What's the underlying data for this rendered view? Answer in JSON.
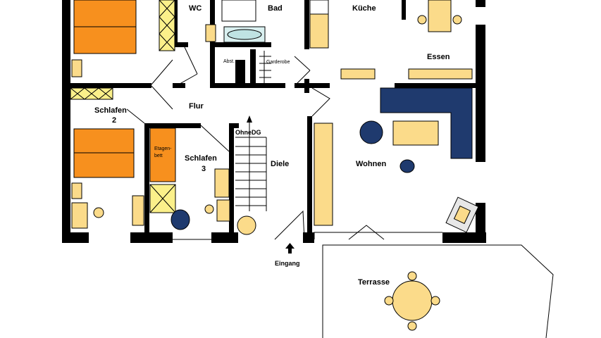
{
  "plan": {
    "rooms": {
      "wc": "WC",
      "bad": "Bad",
      "kueche": "Küche",
      "essen": "Essen",
      "abst": "Abst.",
      "garderobe": "Garderobe",
      "flur": "Flur",
      "schlafen2_a": "Schlafen",
      "schlafen2_b": "2",
      "schlafen3_a": "Schlafen",
      "schlafen3_b": "3",
      "etagenbett_a": "Etagen-",
      "etagenbett_b": "bett",
      "ohne_dg": "OhneDG",
      "diele": "Diele",
      "wohnen": "Wohnen",
      "eingang": "Eingang",
      "terrasse": "Terrasse"
    },
    "colors": {
      "wall": "#000000",
      "bed": "#f7901e",
      "furniture": "#fbdb8a",
      "sofa": "#1f3a6e"
    }
  }
}
